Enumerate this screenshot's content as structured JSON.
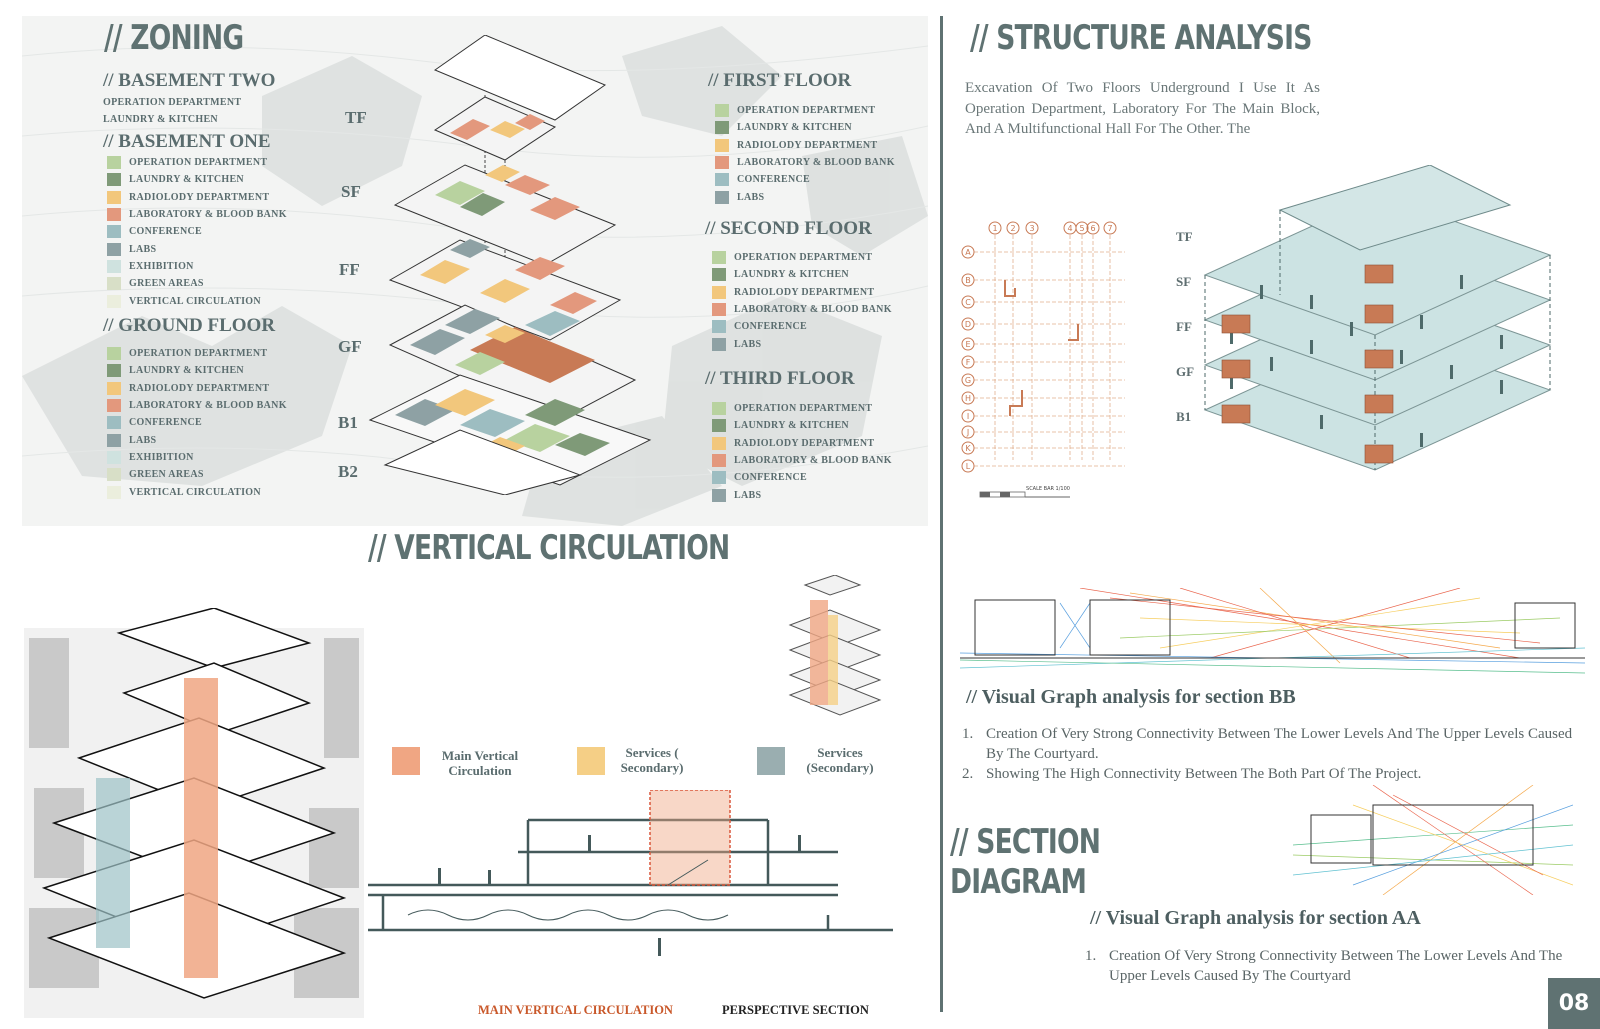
{
  "colors": {
    "operation": "#b8d29f",
    "laundry": "#7f9a78",
    "radiology": "#f2c77c",
    "lab": "#e3987d",
    "conference": "#9dbdc1",
    "labs": "#8ea1a4",
    "exhibition": "#cfe2df",
    "green": "#d8dfc7",
    "vertical": "#ebeedd",
    "main_circ": "#f0a683",
    "services_yellow": "#f5cf86",
    "services_grey": "#9aaeb0",
    "heading": "#5f7272",
    "column": "#c87a55"
  },
  "zoning": {
    "title": "// ZONING",
    "basement_two": {
      "title": "// BASEMENT TWO",
      "items": [
        "OPERATION DEPARTMENT",
        "LAUNDRY & KITCHEN"
      ]
    },
    "basement_one": {
      "title": "// BASEMENT ONE",
      "items": [
        "OPERATION DEPARTMENT",
        "LAUNDRY & KITCHEN",
        "RADIOLODY DEPARTMENT",
        "LABORATORY & BLOOD BANK",
        "CONFERENCE",
        "LABS",
        "EXHIBITION",
        "GREEN  AREAS",
        "VERTICAL  CIRCULATION"
      ]
    },
    "ground_floor": {
      "title": "// GROUND FLOOR",
      "items": [
        "OPERATION DEPARTMENT",
        "LAUNDRY & KITCHEN",
        "RADIOLODY DEPARTMENT",
        "LABORATORY & BLOOD BANK",
        "CONFERENCE",
        "LABS",
        "EXHIBITION",
        "GREEN  AREAS",
        "VERTICAL  CIRCULATION"
      ]
    },
    "first_floor": {
      "title": "// FIRST FLOOR",
      "items": [
        "OPERATION DEPARTMENT",
        "LAUNDRY & KITCHEN",
        "RADIOLODY DEPARTMENT",
        "LABORATORY & BLOOD BANK",
        "CONFERENCE",
        "LABS"
      ]
    },
    "second_floor": {
      "title": "// SECOND FLOOR",
      "items": [
        "OPERATION DEPARTMENT",
        "LAUNDRY & KITCHEN",
        "RADIOLODY DEPARTMENT",
        "LABORATORY & BLOOD BANK",
        "CONFERENCE",
        "LABS"
      ]
    },
    "third_floor": {
      "title": "// THIRD FLOOR",
      "items": [
        "OPERATION DEPARTMENT",
        "LAUNDRY & KITCHEN",
        "RADIOLODY DEPARTMENT",
        "LABORATORY & BLOOD BANK",
        "CONFERENCE",
        "LABS"
      ]
    },
    "levels": [
      "TF",
      "SF",
      "FF",
      "GF",
      "B1",
      "B2"
    ]
  },
  "structure": {
    "title": "// STRUCTURE ANALYSIS",
    "text": "Excavation Of Two Floors Underground I Use It As Operation Department, Laboratory For The Main Block, And A Multifunctional Hall For The Other. The",
    "scale_bar": "SCALE BAR 1/100",
    "grid_cols": [
      "1",
      "2",
      "3",
      "4",
      "5",
      "6",
      "7"
    ],
    "grid_rows": [
      "A",
      "B",
      "C",
      "D",
      "E",
      "F",
      "G",
      "H",
      "I",
      "J",
      "K",
      "L"
    ],
    "levels": [
      "TF",
      "SF",
      "FF",
      "GF",
      "B1"
    ]
  },
  "vertical": {
    "title": "// VERTICAL CIRCULATION",
    "legend": [
      {
        "label": "Main Vertical Circulation"
      },
      {
        "label": "Services ( Secondary)"
      },
      {
        "label": "Services (Secondary)"
      }
    ],
    "caption_left": "MAIN VERTICAL CIRCULATION",
    "caption_right": "PERSPECTIVE SECTION"
  },
  "section": {
    "title_line1": "// SECTION",
    "title_line2": "DIAGRAM",
    "bb_title": "// Visual Graph analysis for section BB",
    "bb_items": [
      {
        "num": "1.",
        "text": "  Creation Of Very Strong Connectivity Between The Lower Levels And The Upper Levels Caused By The  Courtyard."
      },
      {
        "num": "2.",
        "text": "Showing The High Connectivity Between The Both Part Of The Project."
      }
    ],
    "aa_title": "// Visual Graph analysis for section AA",
    "aa_items": [
      {
        "num": "1.",
        "text": "Creation Of Very Strong Connectivity Between The Lower Levels And The Upper Levels Caused By The  Courtyard"
      }
    ]
  },
  "page_number": "08"
}
